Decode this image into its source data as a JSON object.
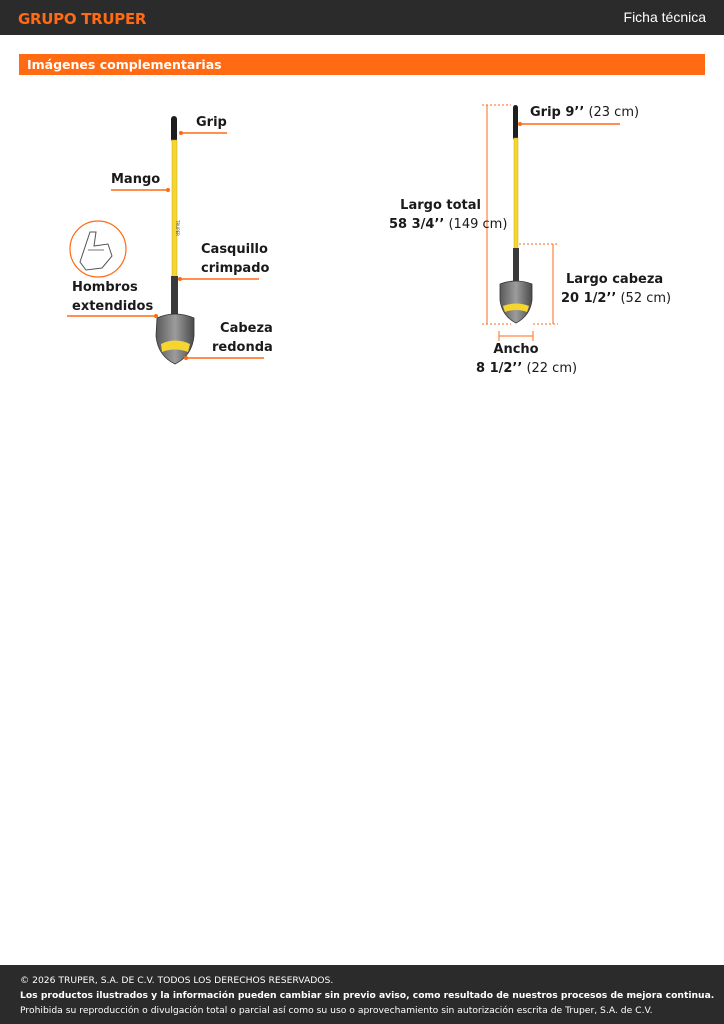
{
  "header": {
    "logo_text": "GRUPO TRUPER",
    "doc_type": "Ficha técnica"
  },
  "section": {
    "title": "Imágenes complementarias"
  },
  "diagram_left": {
    "labels": {
      "grip": "Grip",
      "mango": "Mango",
      "casquillo_1": "Casquillo",
      "casquillo_2": "crimpado",
      "hombros_1": "Hombros",
      "hombros_2": "extendidos",
      "cabeza_1": "Cabeza",
      "cabeza_2": "redonda"
    },
    "handle_brand": "TRUPER"
  },
  "diagram_right": {
    "grip_label": "Grip 9’’",
    "grip_metric": "(23 cm)",
    "largo_total_label": "Largo total",
    "largo_total_value": "58 3/4’’",
    "largo_total_metric": "(149 cm)",
    "largo_cabeza_label": "Largo cabeza",
    "largo_cabeza_value": "20 1/2’’",
    "largo_cabeza_metric": "(52 cm)",
    "ancho_label": "Ancho",
    "ancho_value": "8 1/2’’",
    "ancho_metric": "(22 cm)"
  },
  "colors": {
    "brand_orange": "#ff6a13",
    "handle_yellow": "#f5d631",
    "dark_bar": "#2b2b2b"
  },
  "footer": {
    "line1": "© 2026 TRUPER, S.A. DE C.V. TODOS LOS DERECHOS RESERVADOS.",
    "line2": "Los productos ilustrados y la información pueden cambiar sin previo aviso, como resultado de nuestros procesos de mejora continua.",
    "line3": "Prohibida su reproducción o divulgación total o parcial así como su uso o aprovechamiento sin autorización escrita de Truper, S.A. de C.V."
  }
}
